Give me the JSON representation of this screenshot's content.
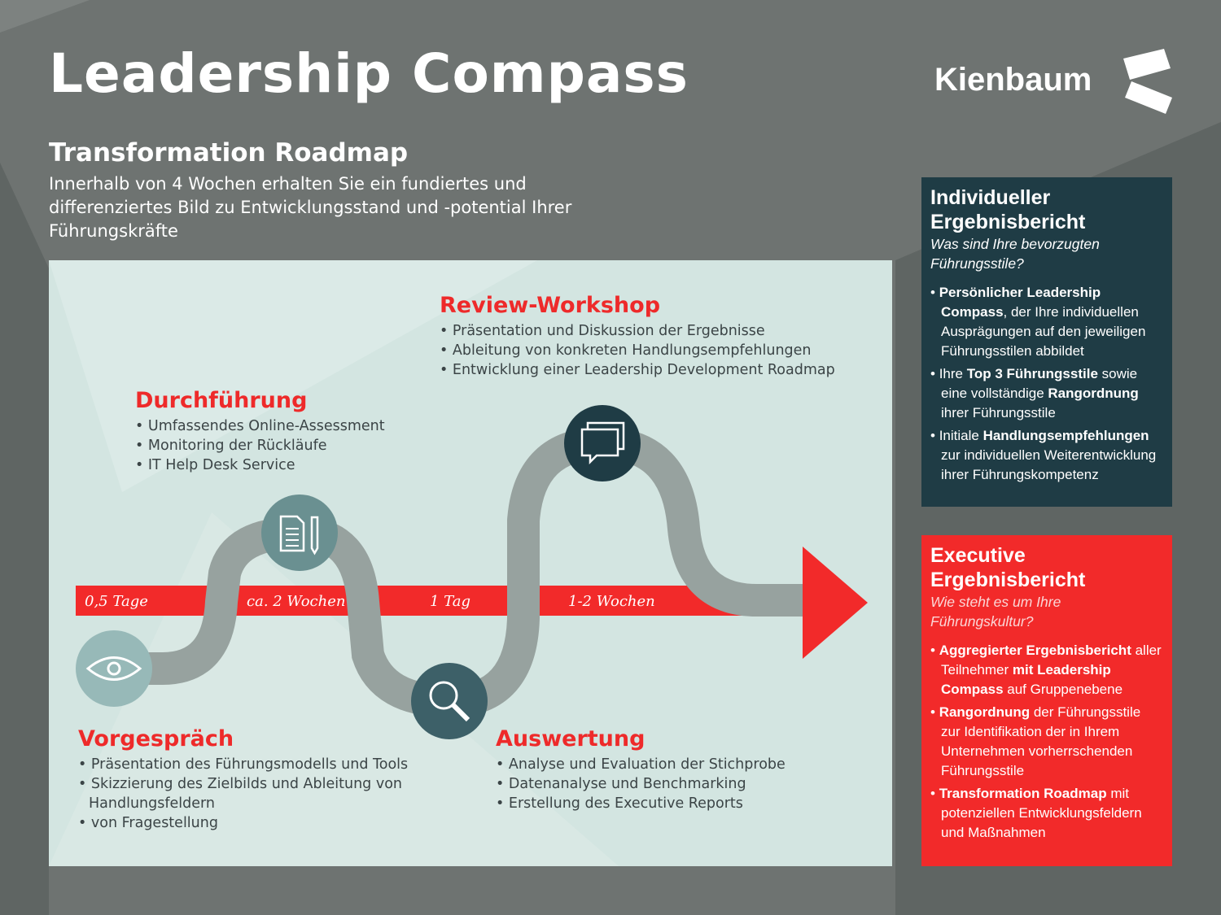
{
  "header": {
    "title": "Leadership Compass",
    "logo": "Kienbaum",
    "subtitle": "Transformation Roadmap",
    "intro": "Innerhalb von 4 Wochen erhalten Sie ein fundiertes und differenziertes Bild zu Entwicklungsstand und -potential Ihrer Führungskräfte"
  },
  "steps": {
    "review": {
      "title": "Review-Workshop",
      "items": [
        "Präsentation und Diskussion der Ergebnisse",
        "Ableitung von konkreten Handlungsempfehlungen",
        "Entwicklung einer Leadership Development Roadmap"
      ]
    },
    "durch": {
      "title": "Durchführung",
      "items": [
        "Umfassendes Online-Assessment",
        "Monitoring der Rückläufe",
        "IT Help Desk Service"
      ]
    },
    "vor": {
      "title": "Vorgespräch",
      "items": [
        "Präsentation des Führungsmodells und Tools",
        "Skizzierung des Zielbilds und Ableitung von Handlungsfeldern",
        "von Fragestellung"
      ]
    },
    "aus": {
      "title": "Auswertung",
      "items": [
        "Analyse und Evaluation der Stichprobe",
        "Datenanalyse und Benchmarking",
        "Erstellung des Executive Reports"
      ]
    }
  },
  "durations": [
    "0,5 Tage",
    "ca. 2 Wochen",
    "1 Tag",
    "1-2 Wochen"
  ],
  "icons": [
    "eye-icon",
    "document-pen-icon",
    "magnifier-icon",
    "chat-bubbles-icon"
  ],
  "colors": {
    "red": "#f22a2a",
    "dark": "#1f3c45",
    "road": "#97a29f",
    "panel": "#d3e5e1"
  },
  "boxes": [
    {
      "title": "Individueller Ergebnisbericht",
      "question": "Was sind Ihre bevorzugten Führungsstile?",
      "items": [
        [
          {
            "b": "Persönlicher Leadership Compass"
          },
          {
            "t": ", der Ihre individuellen Ausprägungen auf den jeweiligen Führungsstilen abbildet"
          }
        ],
        [
          {
            "t": "Ihre "
          },
          {
            "b": "Top 3 Führungsstile"
          },
          {
            "t": " sowie eine vollständige "
          },
          {
            "b": "Rangordnung"
          },
          {
            "t": " ihrer Führungsstile"
          }
        ],
        [
          {
            "t": "Initiale "
          },
          {
            "b": "Handlungsempfehlungen"
          },
          {
            "t": " zur individuellen Weiterentwicklung ihrer Führungskompetenz"
          }
        ]
      ]
    },
    {
      "title": "Executive Ergebnisbericht",
      "question": "Wie steht es um Ihre Führungskultur?",
      "items": [
        [
          {
            "b": "Aggregierter Ergebnisbericht"
          },
          {
            "t": " aller Teilnehmer "
          },
          {
            "b": "mit Leadership Compass"
          },
          {
            "t": " auf Gruppenebene"
          }
        ],
        [
          {
            "b": "Rangordnung"
          },
          {
            "t": " der Führungsstile zur Identifikation der in Ihrem Unternehmen vorherrschenden Führungsstile"
          }
        ],
        [
          {
            "b": "Transformation Roadmap"
          },
          {
            "t": " mit potenziellen Entwicklungsfeldern und Maßnahmen"
          }
        ]
      ]
    }
  ]
}
